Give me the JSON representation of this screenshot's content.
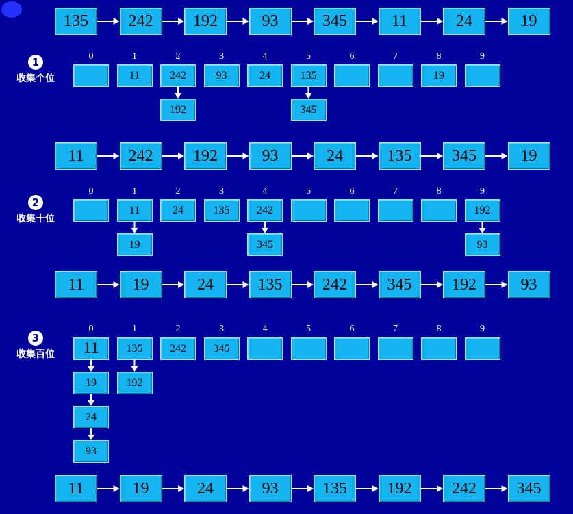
{
  "rows": [
    [
      "135",
      "242",
      "192",
      "93",
      "345",
      "11",
      "24",
      "19"
    ],
    [
      "11",
      "242",
      "192",
      "93",
      "24",
      "135",
      "345",
      "19"
    ],
    [
      "11",
      "19",
      "24",
      "135",
      "242",
      "345",
      "192",
      "93"
    ],
    [
      "11",
      "19",
      "24",
      "93",
      "135",
      "192",
      "242",
      "345"
    ]
  ],
  "bucket_indices": [
    "0",
    "1",
    "2",
    "3",
    "4",
    "5",
    "6",
    "7",
    "8",
    "9"
  ],
  "passes": [
    {
      "number": "1",
      "label": "收集个位",
      "buckets": [
        [],
        [
          "11"
        ],
        [
          "242",
          "192"
        ],
        [
          "93"
        ],
        [
          "24"
        ],
        [
          "135",
          "345"
        ],
        [],
        [],
        [
          "19"
        ],
        []
      ]
    },
    {
      "number": "2",
      "label": "收集十位",
      "buckets": [
        [],
        [
          "11",
          "19"
        ],
        [
          "24"
        ],
        [
          "135"
        ],
        [
          "242",
          "345"
        ],
        [],
        [],
        [],
        [],
        [
          "192",
          "93"
        ]
      ]
    },
    {
      "number": "3",
      "label": "收集百位",
      "buckets": [
        [
          "11",
          "19",
          "24",
          "93"
        ],
        [
          "135",
          "192"
        ],
        [
          "242"
        ],
        [
          "345"
        ],
        [],
        [],
        [],
        [],
        [],
        []
      ]
    }
  ],
  "colors": {
    "background": "#00009a",
    "box": "#14b4f0",
    "arrow": "#ffffff"
  }
}
